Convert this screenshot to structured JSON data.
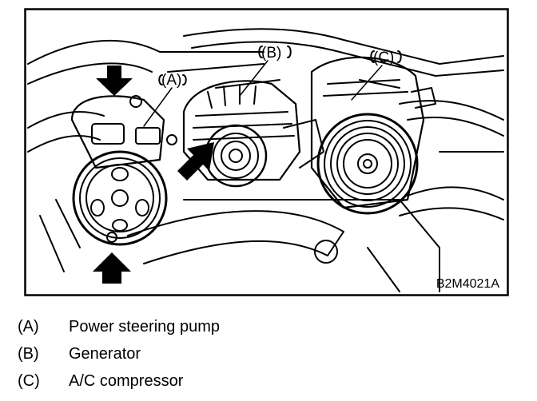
{
  "figure": {
    "callouts": [
      {
        "label": "(A)"
      },
      {
        "label": "(B)"
      },
      {
        "label": "(C)"
      }
    ],
    "code": "B2M4021A"
  },
  "legend": [
    {
      "code": "(A)",
      "text": "Power steering pump"
    },
    {
      "code": "(B)",
      "text": "Generator"
    },
    {
      "code": "(C)",
      "text": "A/C compressor"
    }
  ],
  "icons": {
    "arrows": [
      "arrow-down-icon",
      "arrow-diagonal-icon",
      "arrow-up-icon"
    ]
  }
}
